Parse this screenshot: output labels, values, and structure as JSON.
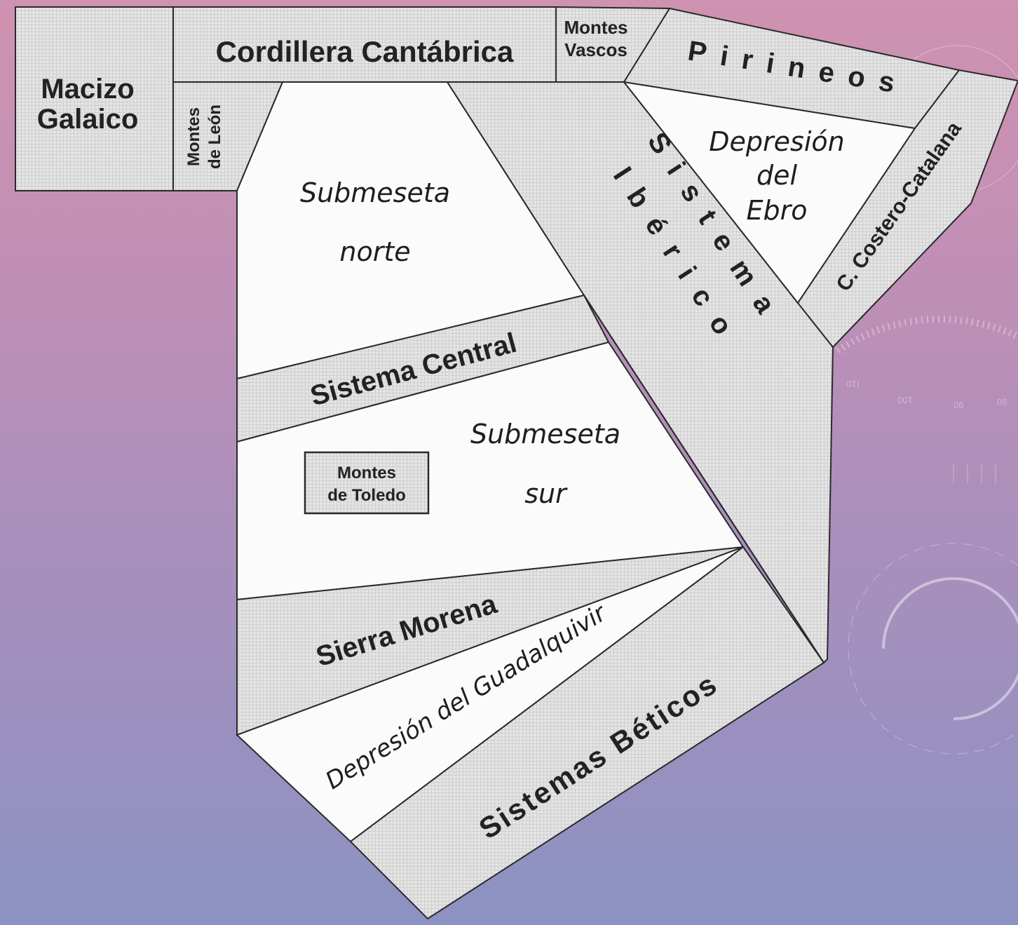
{
  "labels": {
    "macizo_galaico_1": "Macizo",
    "macizo_galaico_2": "Galaico",
    "cordillera_cantabrica": "Cordillera Cantábrica",
    "montes_vascos_1": "Montes",
    "montes_vascos_2": "Vascos",
    "pirineos": "Pirineos",
    "montes_leon_1": "Montes",
    "montes_leon_2": "de León",
    "submeseta_norte_1": "Submeseta",
    "submeseta_norte_2": "norte",
    "sistema_iberico_1": "Sistema",
    "sistema_iberico_2": "Ibérico",
    "depresion_ebro_1": "Depresión",
    "depresion_ebro_2": "del",
    "depresion_ebro_3": "Ebro",
    "costero_catalana": "C. Costero-Catalana",
    "sistema_central": "Sistema Central",
    "submeseta_sur_1": "Submeseta",
    "submeseta_sur_2": "sur",
    "montes_toledo_1": "Montes",
    "montes_toledo_2": "de Toledo",
    "sierra_morena": "Sierra Morena",
    "depresion_guadalquivir": "Depresión del Guadalquivir",
    "sistemas_beticos": "Sistemas Béticos"
  },
  "colors": {
    "mountain_fill": "#e4e4e4",
    "plain_fill": "#fbfbfb",
    "outline": "#2a2a2a",
    "background_top": "#cf92b0",
    "background_bottom": "#8c92c2"
  },
  "decorations": {
    "dial_ticks": [
      "0TI",
      "00T",
      "06",
      "08"
    ]
  }
}
